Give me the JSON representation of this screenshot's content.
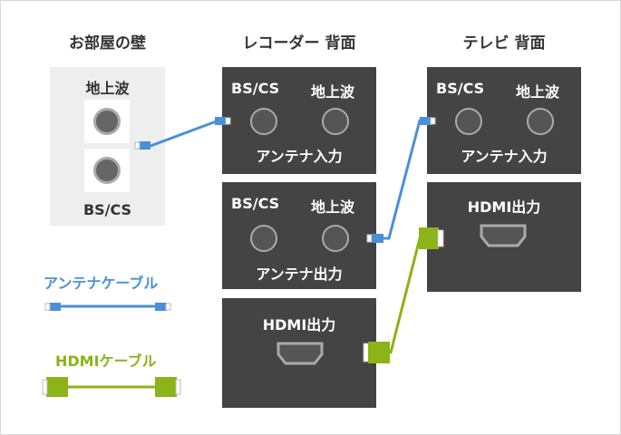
{
  "titles": {
    "wall": "お部屋の壁",
    "recorder": "レコーダー 背面",
    "tv": "テレビ 背面"
  },
  "wall": {
    "top_label": "地上波",
    "bottom_label": "BS/CS"
  },
  "recorder_in": {
    "left_label": "BS/CS",
    "right_label": "地上波",
    "caption": "アンテナ入力"
  },
  "recorder_out": {
    "left_label": "BS/CS",
    "right_label": "地上波",
    "caption": "アンテナ出力"
  },
  "recorder_hdmi": {
    "caption": "HDMI出力"
  },
  "tv_in": {
    "left_label": "BS/CS",
    "right_label": "地上波",
    "caption": "アンテナ入力"
  },
  "tv_hdmi": {
    "caption": "HDMI出力"
  },
  "legend": {
    "antenna_label": "アンテナケーブル",
    "hdmi_label": "HDMIケーブル"
  },
  "colors": {
    "antenna": "#4a90d9",
    "hdmi": "#8cb317",
    "panel": "#444444"
  }
}
